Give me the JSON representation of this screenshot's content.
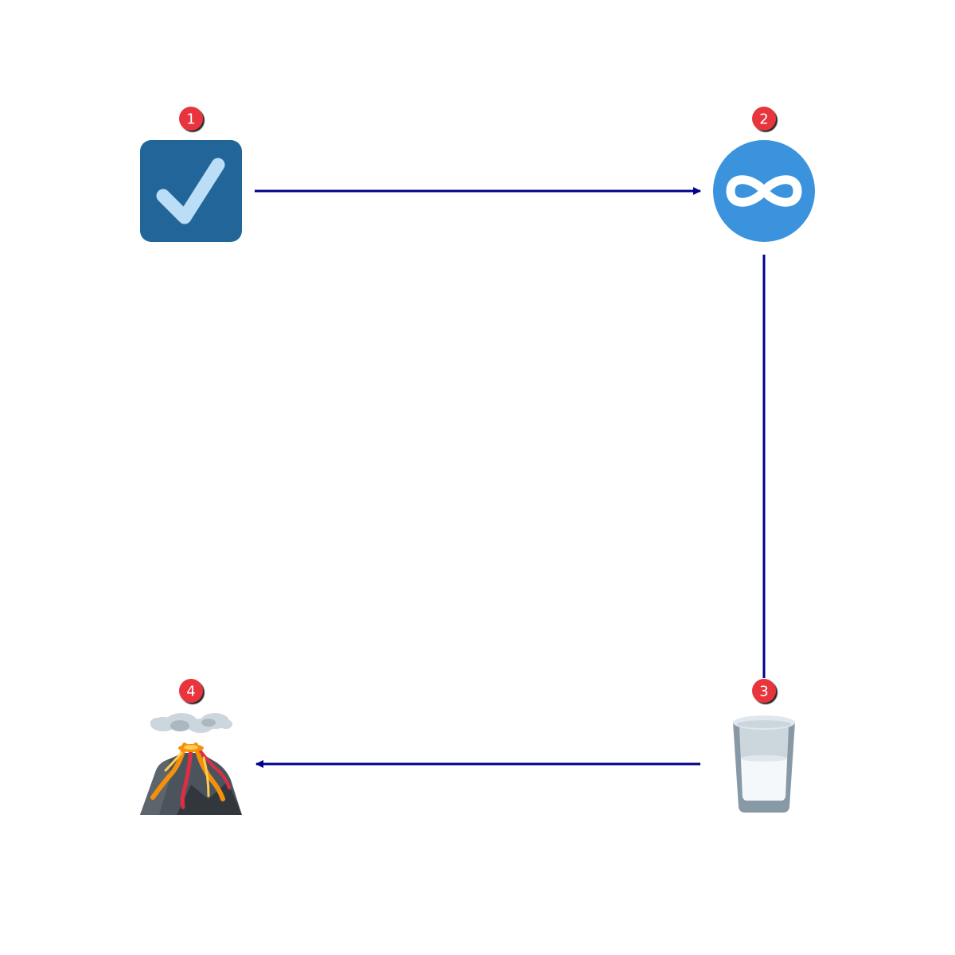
{
  "diagram": {
    "nodes": [
      {
        "id": "n1",
        "badge": "1",
        "icon": "check-box-icon"
      },
      {
        "id": "n2",
        "badge": "2",
        "icon": "infinity-icon"
      },
      {
        "id": "n3",
        "badge": "3",
        "icon": "glass-of-milk-icon"
      },
      {
        "id": "n4",
        "badge": "4",
        "icon": "volcano-icon"
      }
    ],
    "edges": [
      {
        "from": "n1",
        "to": "n2"
      },
      {
        "from": "n2",
        "to": "n3"
      },
      {
        "from": "n3",
        "to": "n4"
      }
    ]
  },
  "colors": {
    "edge": "#00008b",
    "badge": "#e8363c",
    "check_box": "#226699",
    "infinity_circle": "#3b93dd"
  }
}
